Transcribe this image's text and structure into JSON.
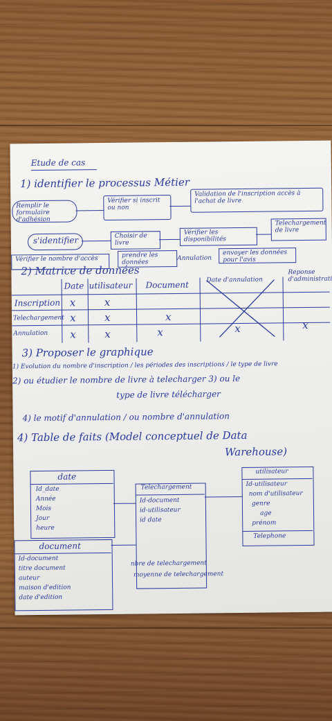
{
  "heading": "Etude de cas",
  "step1": {
    "title": "1) identifier le processus Métier",
    "row1": [
      "Remplir le formulaire d'adhésion",
      "Vérifier si inscrit ou non",
      "Validation de l'inscription accès à l'achat de livre"
    ],
    "row2": [
      "s'identifier",
      "Choisir de livre",
      "Vérifier les disponibilités",
      "Telechargement de livre"
    ],
    "row3": [
      "Vérifier le nombre d'accès",
      "prendre les données",
      "Annulation",
      "envoyer les données pour l'avis"
    ]
  },
  "step2": {
    "title": "2) Matrice de données",
    "columns": [
      "Date",
      "utilisateur",
      "Document",
      "Date d'annulation",
      "Reponse d'administration"
    ],
    "rows": [
      "Inscription",
      "Telechargement",
      "Annulation"
    ],
    "mark": "x"
  },
  "step3": {
    "line1": "3) Proposer le graphique",
    "line2": "1) Evolution du nombre d'inscription / les périodes des inscriptions / le type de livre",
    "line3": "2) ou étudier le nombre de livre à telecharger 3) ou le",
    "line4": "type de livre télécharger"
  },
  "step4a": "4) le motif d'annulation / ou nombre d'annulation",
  "step4b": {
    "title": "4) Table de faits (Model conceptuel de Data",
    "title2": "Warehouse)"
  },
  "entities": {
    "date": {
      "name": "date",
      "fields": [
        "Id_date",
        "Année",
        "Mois",
        "Jour",
        "heure"
      ]
    },
    "fact": {
      "name": "Telechargement",
      "fields": [
        "Id-document",
        "id-utilisateur",
        "id date"
      ],
      "measures": [
        "nbre de telechargement",
        "moyenne de telechargement"
      ]
    },
    "user": {
      "name": "utilisateur",
      "fields": [
        "Id-utilisateur",
        "nom d'utilisateur",
        "genre",
        "age",
        "prénom",
        "Telephone"
      ]
    },
    "document": {
      "name": "document",
      "fields": [
        "Id-document",
        "titre document",
        "auteur",
        "maison d'edition",
        "date d'edition"
      ]
    }
  }
}
